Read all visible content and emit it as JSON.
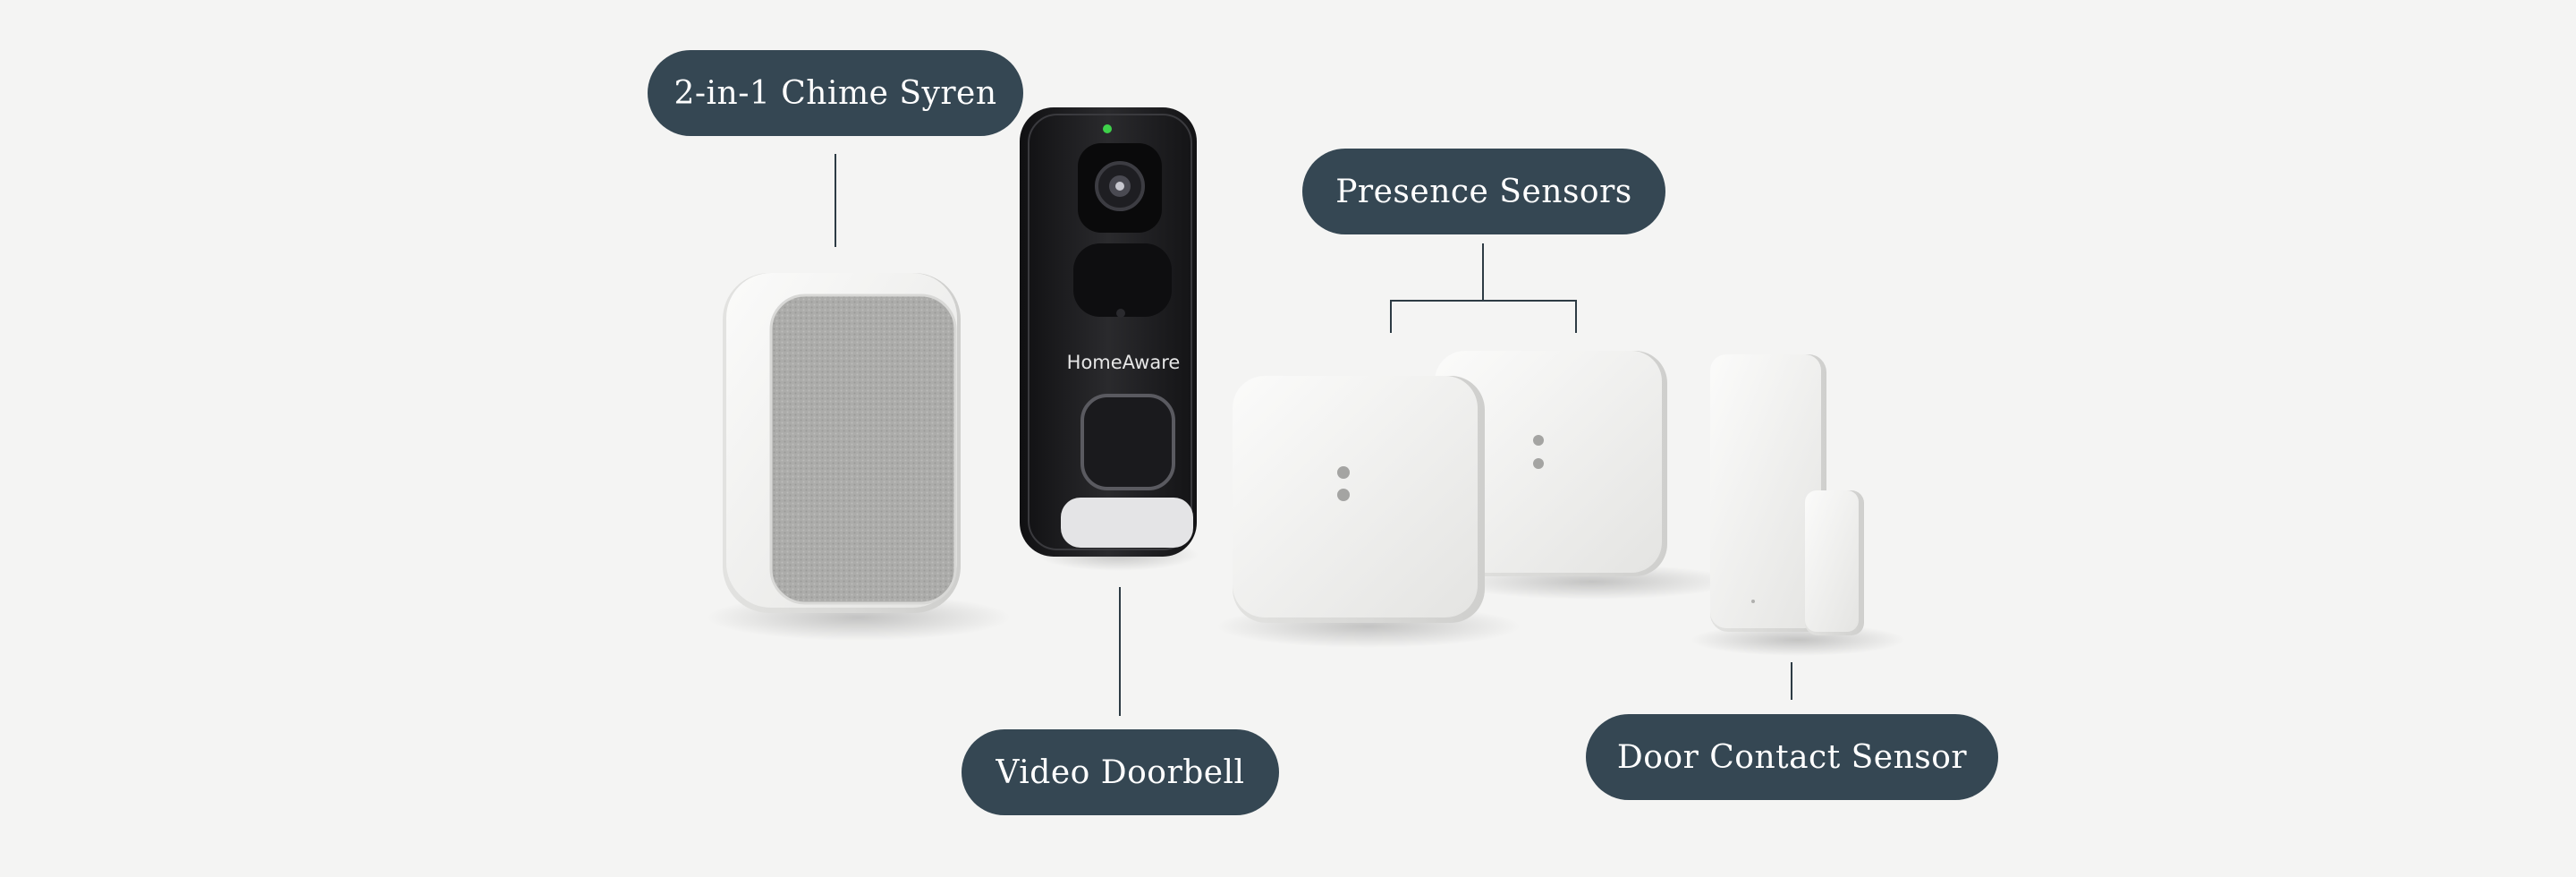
{
  "labels": {
    "chime": "2-in-1 Chime Syren",
    "doorbell": "Video Doorbell",
    "presence": "Presence Sensors",
    "door_contact": "Door Contact Sensor"
  },
  "doorbell_brand": "HomeAware",
  "colors": {
    "background": "#f4f4f3",
    "pill": "#354753",
    "pill_text": "#ffffff",
    "leader_line": "#2d3b44",
    "device_white": "#f6f6f5",
    "doorbell_body": "#1c1c1e",
    "fabric_grey": "#a9a9a7",
    "status_led": "#3ed14a"
  }
}
